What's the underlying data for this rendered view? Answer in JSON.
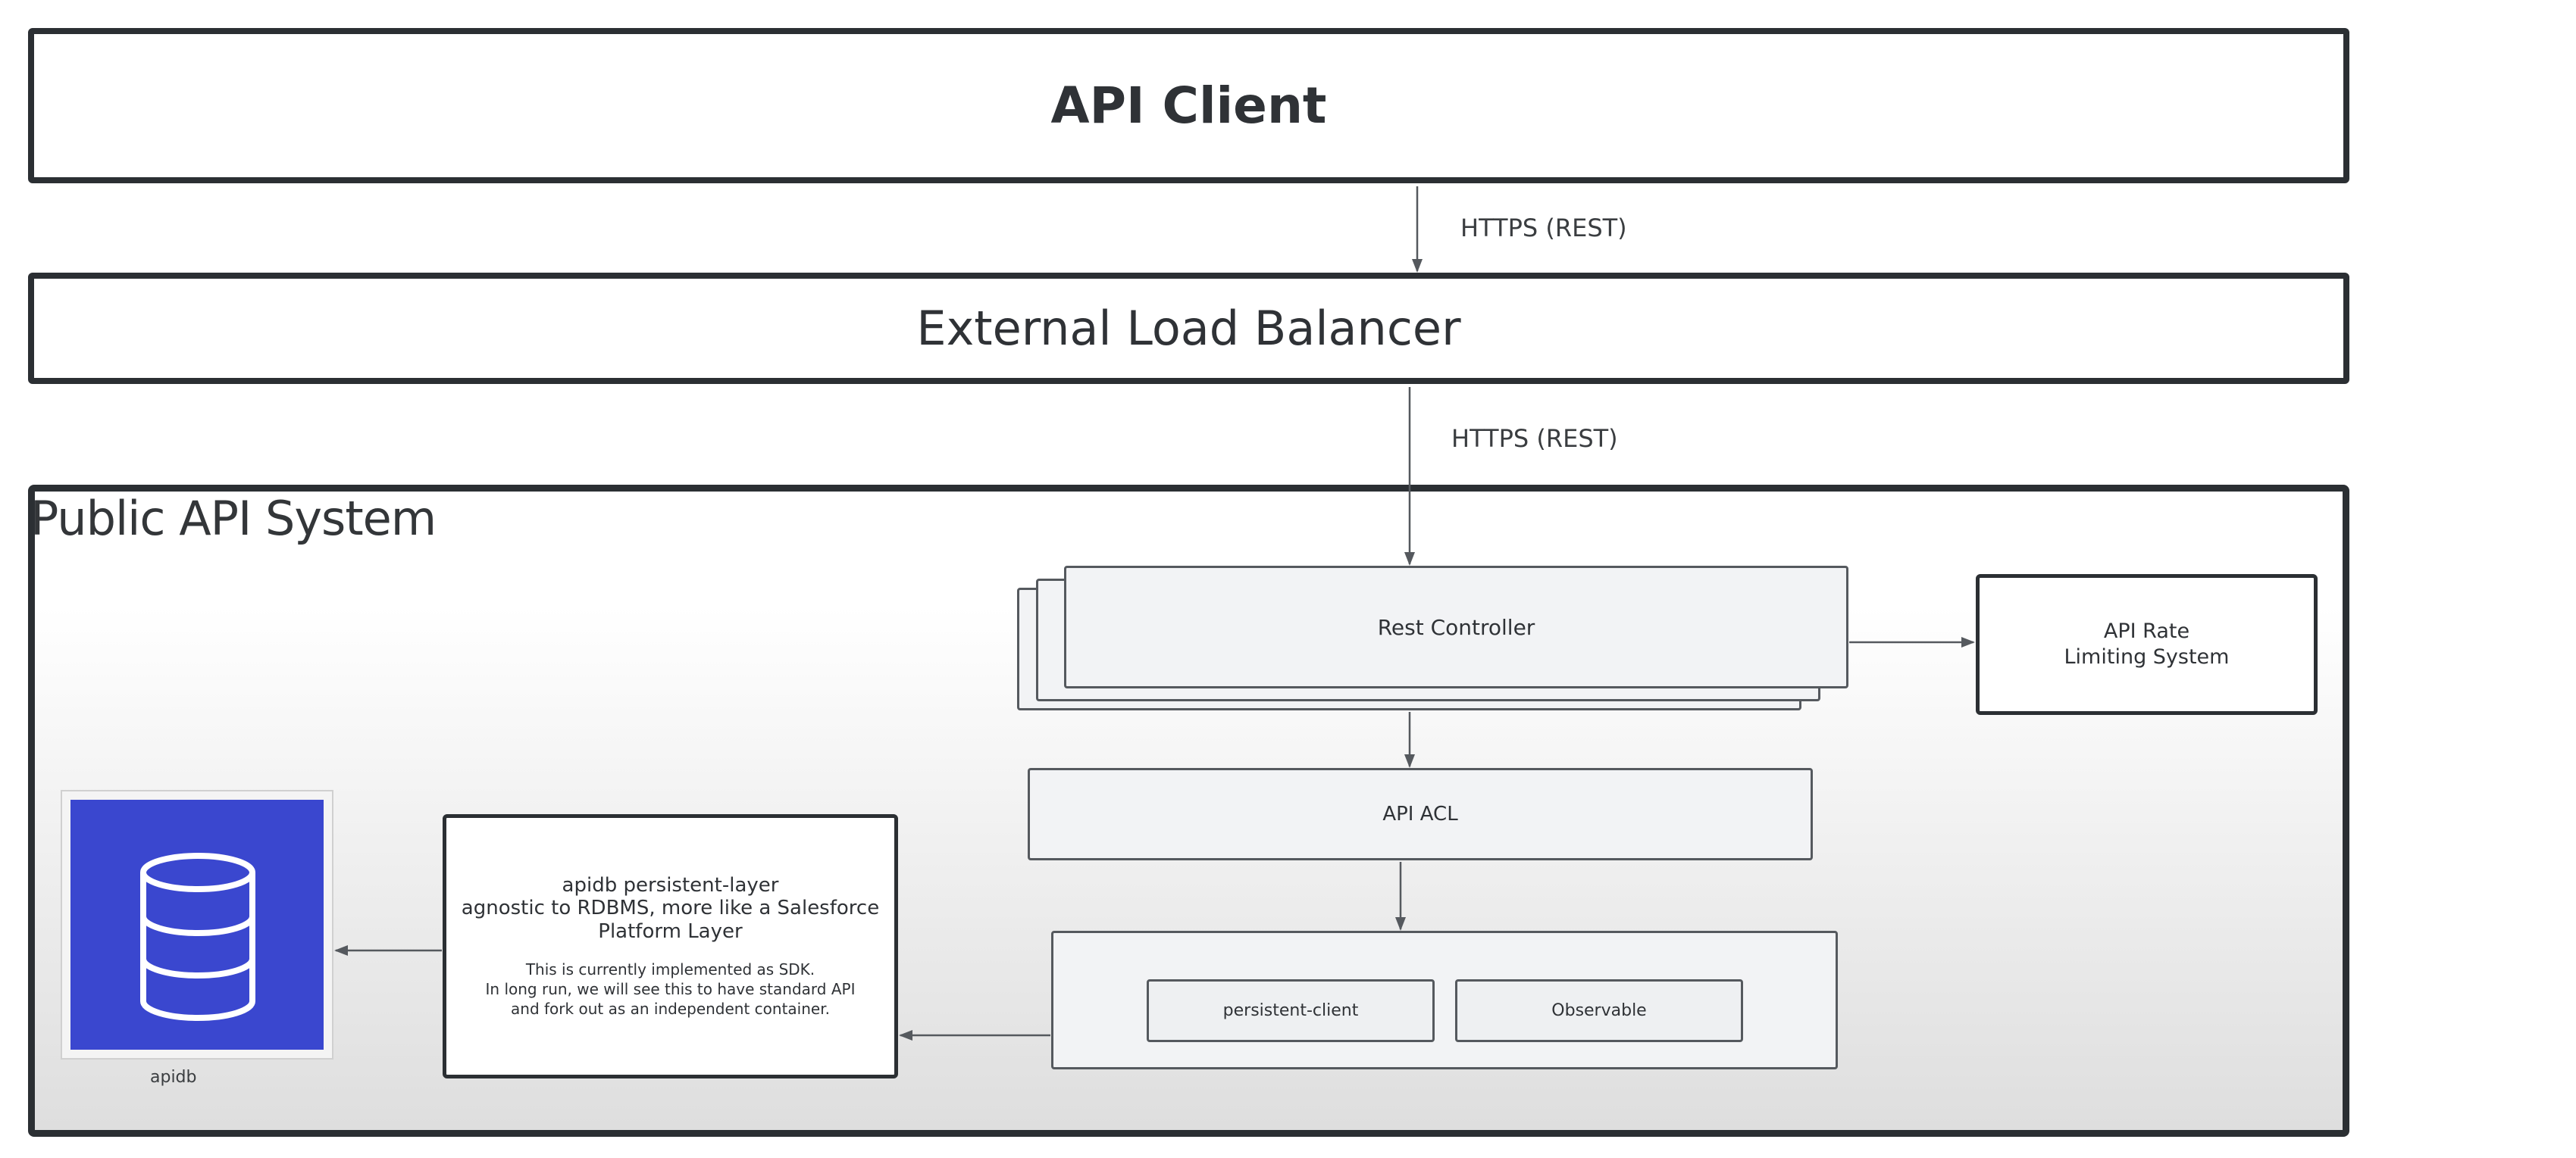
{
  "nodes": {
    "api_client": "API Client",
    "load_balancer": "External Load Balancer",
    "system": "Public API System",
    "rest_controller": "Rest Controller",
    "rate_limiting": "API Rate\nLimiting System",
    "api_acl": "API ACL",
    "persistent_client": "persistent-client",
    "observable": "Observable",
    "persistence_title": "apidb persistent-layer\nagnostic to RDBMS, more like a Salesforce\nPlatform Layer",
    "persistence_note": "This is currently implemented as  SDK.\nIn long run, we will see this to have standard API\nand fork out as an independent container.",
    "database": "apidb"
  },
  "edges": {
    "client_to_lb": "HTTPS (REST)",
    "lb_to_controller": "HTTPS (REST)"
  },
  "colors": {
    "database_icon_bg": "#3a47cf",
    "border_dark": "#2b2f33",
    "component_fill": "#f2f3f5"
  },
  "icons": {
    "database": "database-icon"
  }
}
